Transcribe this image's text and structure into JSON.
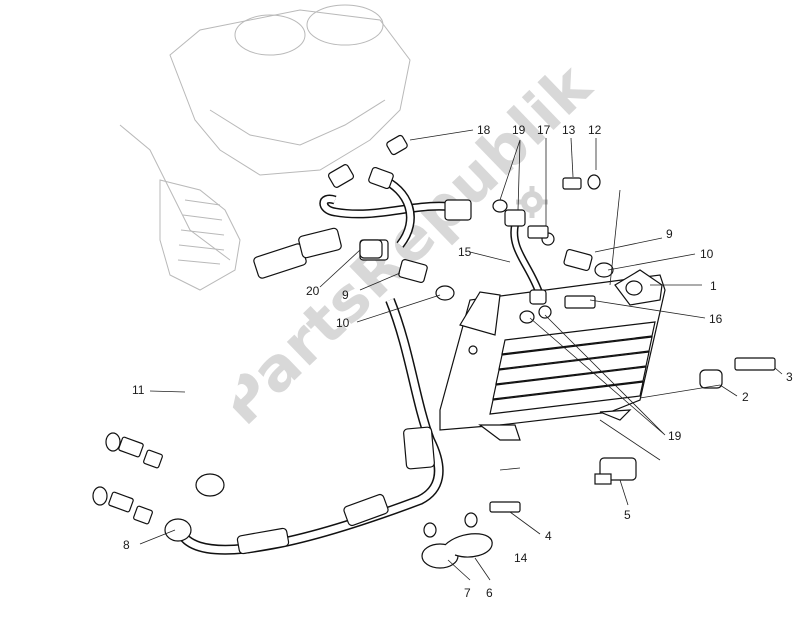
{
  "watermark": "PartsRepublik",
  "callouts": [
    "1",
    "2",
    "3",
    "4",
    "5",
    "6",
    "7",
    "8",
    "9",
    "9",
    "10",
    "10",
    "11",
    "12",
    "13",
    "14",
    "15",
    "16",
    "17",
    "18",
    "19",
    "19",
    "20"
  ],
  "icons": {
    "gear": "gear-icon"
  }
}
